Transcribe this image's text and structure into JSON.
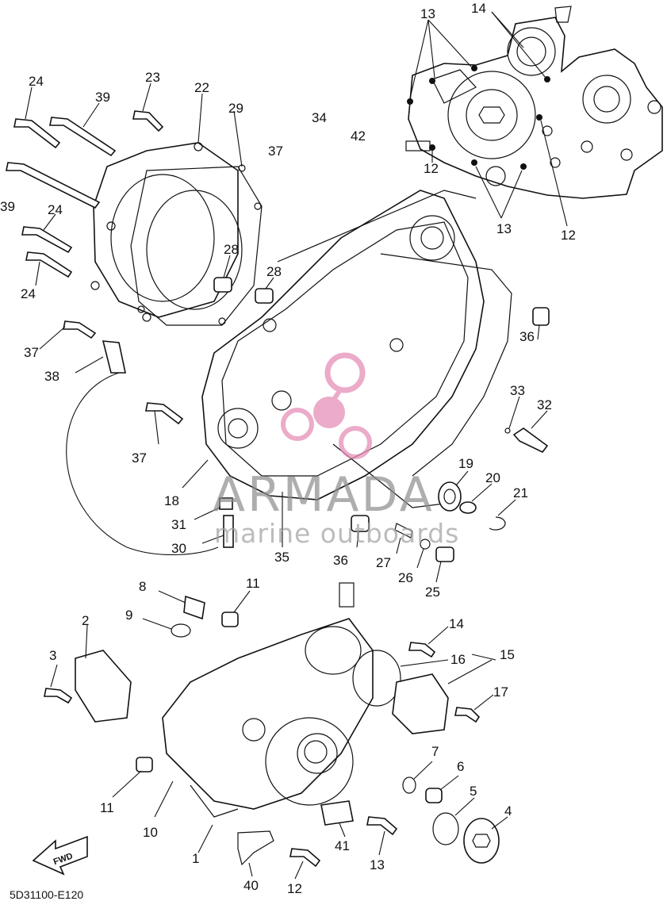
{
  "diagram_code": "5D31100-E120",
  "fwd_label": "FWD",
  "watermark": {
    "brand": "ARMADA",
    "tagline": "marine outboards"
  },
  "part_labels": [
    {
      "id": "l13a",
      "text": "13"
    },
    {
      "id": "l14a",
      "text": "14"
    },
    {
      "id": "l12a",
      "text": "12"
    },
    {
      "id": "l13b",
      "text": "13"
    },
    {
      "id": "l12b",
      "text": "12"
    },
    {
      "id": "l24a",
      "text": "24"
    },
    {
      "id": "l39a",
      "text": "39"
    },
    {
      "id": "l23",
      "text": "23"
    },
    {
      "id": "l22",
      "text": "22"
    },
    {
      "id": "l29",
      "text": "29"
    },
    {
      "id": "l34",
      "text": "34"
    },
    {
      "id": "l42",
      "text": "42"
    },
    {
      "id": "l37a",
      "text": "37"
    },
    {
      "id": "l39b",
      "text": "39"
    },
    {
      "id": "l24b",
      "text": "24"
    },
    {
      "id": "l24c",
      "text": "24"
    },
    {
      "id": "l28a",
      "text": "28"
    },
    {
      "id": "l28b",
      "text": "28"
    },
    {
      "id": "l36a",
      "text": "36"
    },
    {
      "id": "l37b",
      "text": "37"
    },
    {
      "id": "l38",
      "text": "38"
    },
    {
      "id": "l33",
      "text": "33"
    },
    {
      "id": "l32",
      "text": "32"
    },
    {
      "id": "l37c",
      "text": "37"
    },
    {
      "id": "l19",
      "text": "19"
    },
    {
      "id": "l20",
      "text": "20"
    },
    {
      "id": "l21",
      "text": "21"
    },
    {
      "id": "l18",
      "text": "18"
    },
    {
      "id": "l31",
      "text": "31"
    },
    {
      "id": "l30",
      "text": "30"
    },
    {
      "id": "l35",
      "text": "35"
    },
    {
      "id": "l36b",
      "text": "36"
    },
    {
      "id": "l27",
      "text": "27"
    },
    {
      "id": "l26",
      "text": "26"
    },
    {
      "id": "l25",
      "text": "25"
    },
    {
      "id": "l8",
      "text": "8"
    },
    {
      "id": "l11a",
      "text": "11"
    },
    {
      "id": "l9",
      "text": "9"
    },
    {
      "id": "l2",
      "text": "2"
    },
    {
      "id": "l14b",
      "text": "14"
    },
    {
      "id": "l16",
      "text": "16"
    },
    {
      "id": "l15",
      "text": "15"
    },
    {
      "id": "l3",
      "text": "3"
    },
    {
      "id": "l17",
      "text": "17"
    },
    {
      "id": "l7",
      "text": "7"
    },
    {
      "id": "l6",
      "text": "6"
    },
    {
      "id": "l5",
      "text": "5"
    },
    {
      "id": "l4",
      "text": "4"
    },
    {
      "id": "l11b",
      "text": "11"
    },
    {
      "id": "l10",
      "text": "10"
    },
    {
      "id": "l41",
      "text": "41"
    },
    {
      "id": "l1",
      "text": "1"
    },
    {
      "id": "l13c",
      "text": "13"
    },
    {
      "id": "l40",
      "text": "40"
    },
    {
      "id": "l12c",
      "text": "12"
    }
  ],
  "colors": {
    "line": "#111111",
    "watermark_logo": "#e58fb8",
    "watermark_text": "#8c8c8c"
  }
}
